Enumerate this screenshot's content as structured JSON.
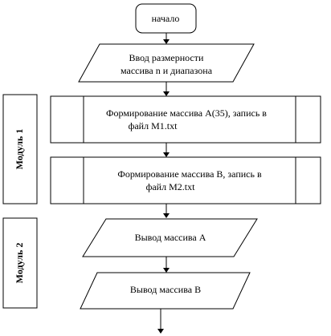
{
  "diagram": {
    "start": "начало",
    "input_line1": "Ввод размерности",
    "input_line2": "массива  n  и диапазона",
    "process1_line1": "Формирование массива А(35), запись в",
    "process1_line2": "файл  М1.txt",
    "process2_line1": "Формирование массива В, запись в",
    "process2_line2": "файл М2.txt",
    "output1": "Вывод  массива А",
    "output2": "Вывод массива В",
    "module1": "Модуль 1",
    "module2": "Модуль 2"
  }
}
